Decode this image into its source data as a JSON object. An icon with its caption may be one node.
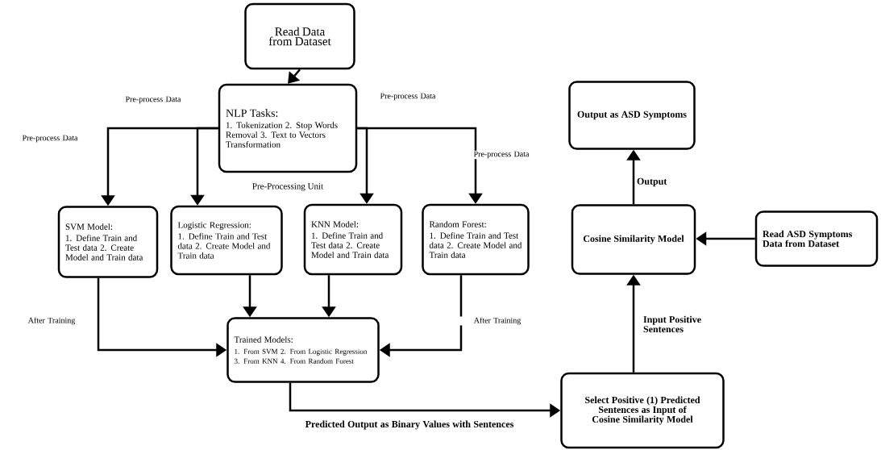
{
  "diagram": {
    "nodes": [
      {
        "text": [
          "Read Data from Dataset"
        ]
      },
      {
        "text": [
          "NLP Tasks:",
          "1. Tokenization 2. Stop Words Removal 3. Text to Vectors Transformation"
        ],
        "beside": [
          "Pre-Processing Unit"
        ]
      },
      {
        "text": [
          "SVM Model:",
          "1. Define Train and Test data 2. Create Model and Train data"
        ]
      },
      {
        "text": [
          "Logistic Regression:",
          "1. Define Train and Test data 2. Create Model and Train data"
        ]
      },
      {
        "text": [
          "KNN Model:",
          "1. Define Train and Test data 2. Create Model and Train data"
        ]
      },
      {
        "text": [
          "Random Forest:",
          "1. Define Train and Test data 2. Create Model and Train data"
        ]
      },
      {
        "text": [
          "Trained Models:",
          "1. From SVM 2. From Logistic Regression 3. From KNN 4. From Random Forest"
        ]
      },
      {
        "text": [
          "Select Positive (1) Predicted Sentences as Input of Cosine Similarity Model"
        ]
      },
      {
        "text": [
          "Cosine Similarity Model"
        ]
      },
      {
        "text": [
          "Output as ASD Symptoms"
        ]
      },
      {
        "text": [
          "Read ASD Symptoms Data from Dataset"
        ]
      }
    ],
    "edges": [
      {
        "from": 0,
        "to": 1,
        "arrow": "to"
      },
      {
        "from": 1,
        "to": 2,
        "arrow": "to",
        "label": "Pre-process Data"
      },
      {
        "from": 1,
        "to": 3,
        "arrow": "to",
        "label": "Pre-process Data"
      },
      {
        "from": 1,
        "to": 4,
        "arrow": "to",
        "label": "Pre-process Data"
      },
      {
        "from": 1,
        "to": 5,
        "arrow": "to",
        "label": "Pre-process Data"
      },
      {
        "from": 2,
        "to": 6,
        "arrow": "to",
        "label": "After Training"
      },
      {
        "from": 3,
        "to": 6,
        "arrow": "to"
      },
      {
        "from": 4,
        "to": 6,
        "arrow": "to"
      },
      {
        "from": 5,
        "to": 6,
        "arrow": "to",
        "label": "After Training"
      },
      {
        "from": 6,
        "to": 7,
        "arrow": "to",
        "label": "Predicted Output as Binary Values with Sentences"
      },
      {
        "from": 7,
        "to": 8,
        "arrow": "to",
        "label": "Input Positive Sentences"
      },
      {
        "from": 8,
        "to": 9,
        "arrow": "to",
        "label": "Output"
      },
      {
        "from": 10,
        "to": 8,
        "arrow": "to"
      }
    ]
  }
}
